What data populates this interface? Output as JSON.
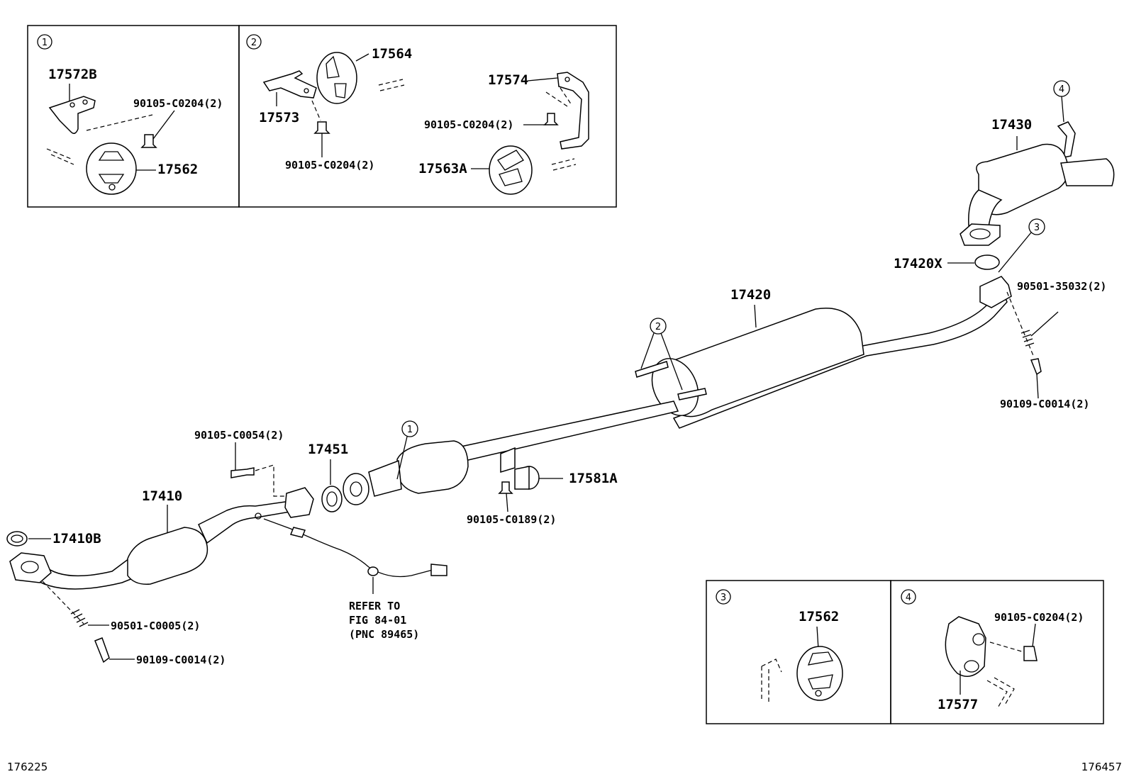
{
  "callouts": {
    "c1": "1",
    "c2": "2",
    "c3": "3",
    "c4": "4"
  },
  "box1": {
    "p17572B": "17572B",
    "p90105_C0204_a": "90105-C0204(2)",
    "p17562": "17562"
  },
  "box2": {
    "p17564": "17564",
    "p17573": "17573",
    "p90105_C0204_b": "90105-C0204(2)",
    "p17574": "17574",
    "p90105_C0204_c": "90105-C0204(2)",
    "p17563A": "17563A"
  },
  "box3": {
    "p17562": "17562"
  },
  "box4": {
    "p90105_C0204": "90105-C0204(2)",
    "p17577": "17577"
  },
  "main": {
    "p17430": "17430",
    "p17420X": "17420X",
    "p90501_35032": "90501-35032(2)",
    "p17420": "17420",
    "p90109_C0014_r": "90109-C0014(2)",
    "p90105_C0054": "90105-C0054(2)",
    "p17451": "17451",
    "p17581A": "17581A",
    "p17410": "17410",
    "p17410B": "17410B",
    "p90105_C0189": "90105-C0189(2)",
    "refer1": "REFER TO",
    "refer2": "FIG 84-01",
    "refer3": "(PNC 89465)",
    "p90501_C0005": "90501-C0005(2)",
    "p90109_C0014_l": "90109-C0014(2)"
  },
  "footer": {
    "left": "176225",
    "right": "176457"
  }
}
